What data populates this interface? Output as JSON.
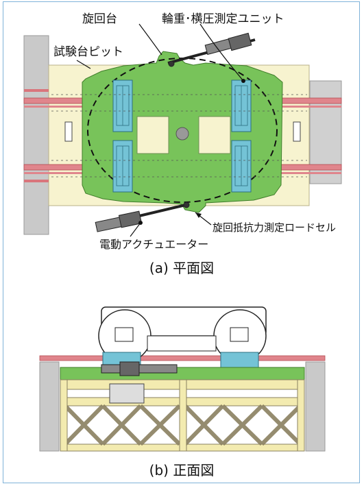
{
  "labels": {
    "turntable": "旋回台",
    "wheel_load_unit": "輪重･横圧測定ユニット",
    "test_pit": "試験台ピット",
    "load_cell": "旋回抵抗力測定ロードセル",
    "actuator": "電動アクチュエーター",
    "caption_a": "(a) 平面図",
    "caption_b": "(b) 正面図"
  },
  "colors": {
    "frame": "#7fb2d9",
    "pit": "#f7f3cf",
    "turntable": "#78c35a",
    "rail": "#d9757c",
    "unit": "#74c3d6",
    "wall": "#c9c9c9",
    "truss": "#f3ebb0"
  }
}
